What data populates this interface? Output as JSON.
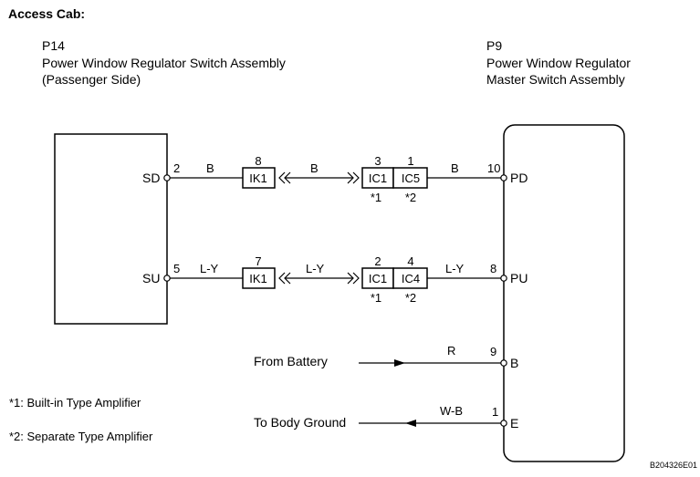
{
  "header": {
    "title": "Access Cab:"
  },
  "left_component": {
    "code": "P14",
    "name_line1": "Power Window Regulator Switch Assembly",
    "name_line2": "(Passenger Side)"
  },
  "right_component": {
    "code": "P9",
    "name_line1": "Power Window Regulator",
    "name_line2": "Master Switch Assembly"
  },
  "circuit_sd": {
    "left_terminal": "SD",
    "left_pin": "2",
    "wire_color_1": "B",
    "ik_pin": "8",
    "ik_label": "IK1",
    "wire_color_2": "B",
    "ic_a_pin": "3",
    "ic_a_label": "IC1",
    "ic_a_note": "*1",
    "ic_b_pin": "1",
    "ic_b_label": "IC5",
    "ic_b_note": "*2",
    "wire_color_3": "B",
    "right_pin": "10",
    "right_terminal": "PD"
  },
  "circuit_su": {
    "left_terminal": "SU",
    "left_pin": "5",
    "wire_color_1": "L-Y",
    "ik_pin": "7",
    "ik_label": "IK1",
    "wire_color_2": "L-Y",
    "ic_a_pin": "2",
    "ic_a_label": "IC1",
    "ic_a_note": "*1",
    "ic_b_pin": "4",
    "ic_b_label": "IC4",
    "ic_b_note": "*2",
    "wire_color_3": "L-Y",
    "right_pin": "8",
    "right_terminal": "PU"
  },
  "battery": {
    "label": "From Battery",
    "wire_color": "R",
    "pin": "9",
    "terminal": "B"
  },
  "ground": {
    "label": "To Body Ground",
    "wire_color": "W-B",
    "pin": "1",
    "terminal": "E"
  },
  "notes": {
    "note1": "*1: Built-in Type Amplifier",
    "note2": "*2: Separate Type Amplifier"
  },
  "figure_id": "B204326E01"
}
